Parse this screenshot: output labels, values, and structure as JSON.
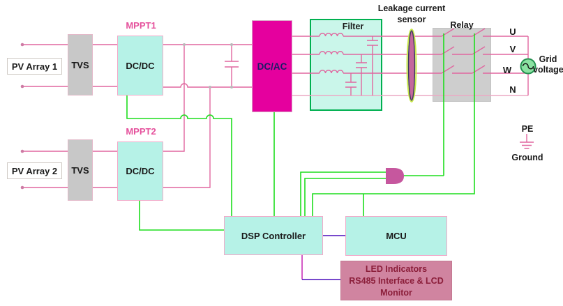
{
  "palette": {
    "wire_power": "#e0679f",
    "wire_control": "#1ddd1d",
    "wire_comm": "#4a0dbb",
    "wire_dsp_led": "#c932b8",
    "box_converter_fill": "#b6f2e7",
    "box_converter_border": "#f2a9c9",
    "tvs_fill": "#c8c8c8",
    "dcac_fill": "#e5009e",
    "dcac_text": "#1c1c66",
    "filter_fill": "#caf6ea",
    "filter_border": "#00b050",
    "relay_fill": "#cecece",
    "led_fill": "#d084a0",
    "led_text": "#8b1e3a",
    "mppt_label": "#e5519c",
    "and_gate": "#c6579e",
    "sensor_fill": "#c4679d",
    "grid_fill": "#8be2a2",
    "grid_border": "#23904f"
  },
  "blocks": {
    "pv_array_1": {
      "label": "PV Array 1"
    },
    "tvs_1": {
      "label": "TVS"
    },
    "mppt_1": {
      "label": "MPPT1"
    },
    "dcdc_1": {
      "label": "DC/DC"
    },
    "pv_array_2": {
      "label": "PV Array 2"
    },
    "tvs_2": {
      "label": "TVS"
    },
    "mppt_2": {
      "label": "MPPT2"
    },
    "dcdc_2": {
      "label": "DC/DC"
    },
    "dcac": {
      "label": "DC/AC"
    },
    "filter": {
      "label": "Filter"
    },
    "leakage_sensor": {
      "label_line1": "Leakage current",
      "label_line2": "sensor"
    },
    "relay": {
      "label": "Relay"
    },
    "dsp": {
      "label": "DSP Controller"
    },
    "mcu": {
      "label": "MCU"
    },
    "display": {
      "lines": [
        "LED Indicators",
        "RS485 Interface & LCD",
        "Monitor"
      ]
    }
  },
  "grid": {
    "phases": [
      "U",
      "V",
      "W",
      "N"
    ],
    "label_line1": "Grid",
    "label_line2": "voltage"
  },
  "earth": {
    "pe": "PE",
    "ground": "Ground"
  }
}
